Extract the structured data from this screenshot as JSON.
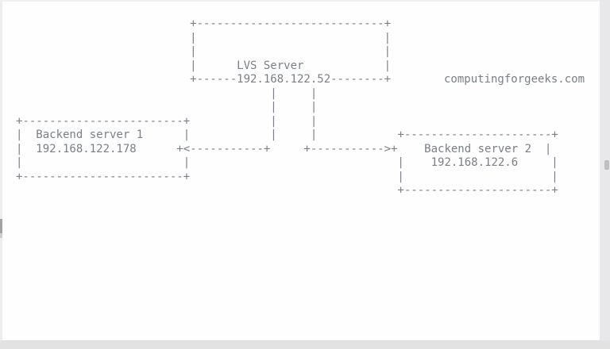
{
  "diagram": {
    "lines": [
      "                          +----------------------------+",
      "                          |                            |",
      "                          |                            |",
      "                          |      LVS Server            |",
      "                          +------192.168.122.52--------+",
      "                                      |     |",
      "                                      |     |",
      "+------------------------+            |     |",
      "|  Backend server 1      |            |     |            +----------------------+",
      "|  192.168.122.178      +<-----------+     +----------->+    Backend server 2  |",
      "|                        |                               |    192.168.122.6     |",
      "+------------------------+                               |                      |",
      "                                                         +----------------------+"
    ]
  },
  "watermark": {
    "text": "computingforgeeks.com"
  },
  "nodes": {
    "lvs_server": {
      "label": "LVS Server",
      "ip": "192.168.122.52"
    },
    "backend_server_1": {
      "label": "Backend server 1",
      "ip": "192.168.122.178"
    },
    "backend_server_2": {
      "label": "Backend server 2",
      "ip": "192.168.122.6"
    }
  },
  "connections": [
    {
      "from": "LVS Server",
      "to": "Backend server 1",
      "arrow": "<"
    },
    {
      "from": "LVS Server",
      "to": "Backend server 2",
      "arrow": ">"
    }
  ],
  "colors": {
    "diagram_text": "#7a7f87",
    "background": "#ffffff",
    "page_edge": "#e2e2e2"
  }
}
